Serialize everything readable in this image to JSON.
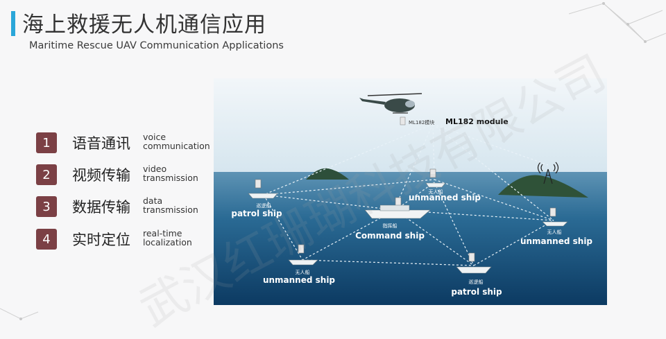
{
  "header": {
    "title_cn": "海上救援无人机通信应用",
    "title_en": "Maritime Rescue UAV Communication Applications"
  },
  "features": [
    {
      "num": "1",
      "cn": "语音通讯",
      "en1": "voice",
      "en2": "communication"
    },
    {
      "num": "2",
      "cn": "视频传输",
      "en1": "video",
      "en2": "transmission"
    },
    {
      "num": "3",
      "cn": "数据传输",
      "en1": "data",
      "en2": "transmission"
    },
    {
      "num": "4",
      "cn": "实时定位",
      "en1": "real-time",
      "en2": "localization"
    }
  ],
  "diagram": {
    "helicopter_module_cn": "ML182模块",
    "helicopter_module_en": "ML182 module",
    "patrol_left_cn": "巡逻船",
    "patrol_left_en": "patrol ship",
    "unmanned_top_cn": "无人船",
    "unmanned_top_en": "unmanned ship",
    "command_cn": "指挥船",
    "command_en": "Command ship",
    "unmanned_right_cn": "无人船",
    "unmanned_right_en": "unmanned ship",
    "unmanned_bottom_cn": "无人船",
    "unmanned_bottom_en": "unmanned ship",
    "patrol_bottom_cn": "巡逻船",
    "patrol_bottom_en": "patrol ship"
  },
  "watermark": "武汉红珊瑚科技有限公司",
  "colors": {
    "accent": "#2aa6d9",
    "badge": "#7b4045",
    "sea_deep": "#0e3f67",
    "sky": "#dce9f1"
  }
}
